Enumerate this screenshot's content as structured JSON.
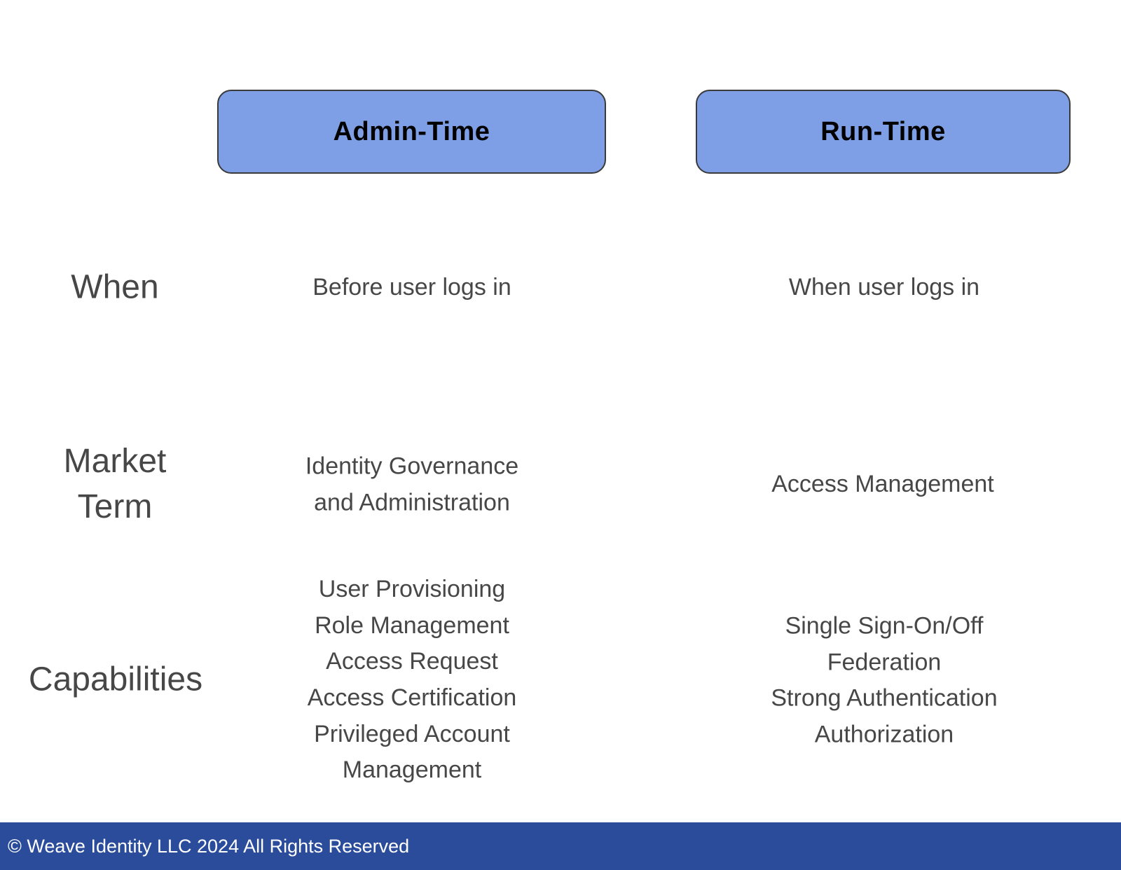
{
  "slide": {
    "columns": [
      {
        "header": "Admin-Time"
      },
      {
        "header": "Run-Time"
      }
    ],
    "rows": [
      {
        "label": "When",
        "admin": "Before user logs in",
        "run": "When user logs in"
      },
      {
        "label": "Market\nTerm",
        "admin": "Identity Governance\nand Administration",
        "run": "Access Management"
      },
      {
        "label": "Capabilities",
        "admin": "User Provisioning\nRole Management\nAccess Request\nAccess Certification\nPrivileged Account\nManagement",
        "run": "Single Sign-On/Off\nFederation\nStrong Authentication\nAuthorization"
      }
    ],
    "footer": {
      "copyright": "© Weave Identity LLC 2024 All Rights Reserved"
    },
    "colors": {
      "header_fill": "#7E9EE5",
      "header_border": "#3A3A3A",
      "header_text": "#000000",
      "body_text": "#474747",
      "footer_bg": "#2A4C9B",
      "footer_text": "#FFFFFF"
    }
  }
}
